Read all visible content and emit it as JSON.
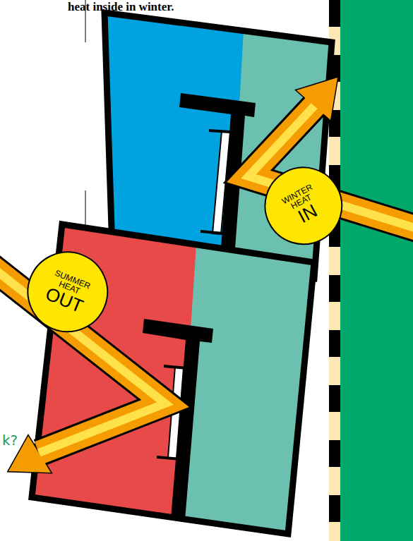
{
  "diagram": {
    "nodes": [
      {
        "text": [
          "WINTER HEAT",
          "IN"
        ]
      },
      {
        "text": [
          "SUMMER HEAT",
          "OUT"
        ]
      }
    ],
    "labels": [
      "heat inside in winter.",
      "k?"
    ]
  }
}
